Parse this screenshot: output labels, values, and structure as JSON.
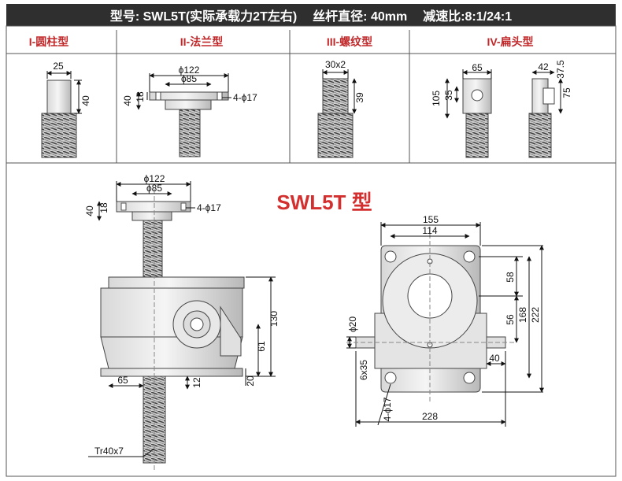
{
  "header": {
    "model": "型号: SWL5T(实际承载力2T左右)",
    "screw": "丝杆直径: 40mm",
    "ratio": "减速比:8:1/24:1"
  },
  "types": [
    {
      "label": "I-圆柱型"
    },
    {
      "label": "II-法兰型"
    },
    {
      "label": "III-螺纹型"
    },
    {
      "label": "IV-扁头型"
    }
  ],
  "type_dims": {
    "t1": [
      "25",
      "40"
    ],
    "t2": [
      "ϕ122",
      "ϕ85",
      "40",
      "18",
      "4-ϕ17"
    ],
    "t3": [
      "30x2",
      "39"
    ],
    "t4": [
      "65",
      "105",
      "35",
      "42",
      "37.5",
      "75"
    ]
  },
  "main_title": "SWL5T 型",
  "front_dims": [
    "ϕ122",
    "ϕ85",
    "40",
    "18",
    "4-ϕ17",
    "130",
    "61",
    "20",
    "12",
    "65",
    "Tr40x7"
  ],
  "side_dims": [
    "155",
    "114",
    "58",
    "56",
    "168",
    "222",
    "ϕ20",
    "6x35",
    "40",
    "4-ϕ17",
    "228"
  ]
}
